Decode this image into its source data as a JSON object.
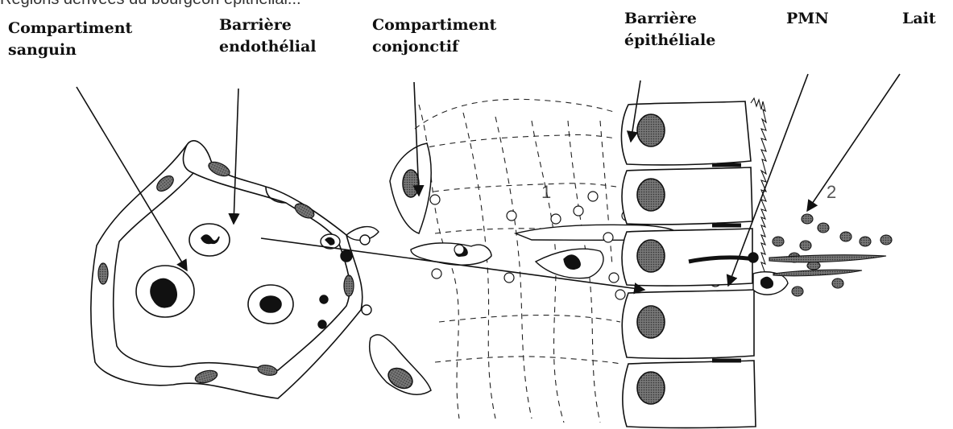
{
  "caption_fragment": "Régions dérivées du bourgeon épithélial...",
  "labels": {
    "compartiment_sanguin_l1": "Compartiment",
    "compartiment_sanguin_l2": "sanguin",
    "barriere_endothelial_l1": "Barrière",
    "barriere_endothelial_l2": "endothélial",
    "compartiment_conjonctif_l1": "Compartiment",
    "compartiment_conjonctif_l2": "conjonctif",
    "barriere_epitheliale_l1": "Barrière",
    "barriere_epitheliale_l2": "épithéliale",
    "pmn": "PMN",
    "lait": "Lait"
  },
  "path_numbers": {
    "one": "1",
    "two": "2"
  },
  "colors": {
    "ink": "#111111",
    "nucleus": "#555555",
    "background": "#ffffff"
  }
}
